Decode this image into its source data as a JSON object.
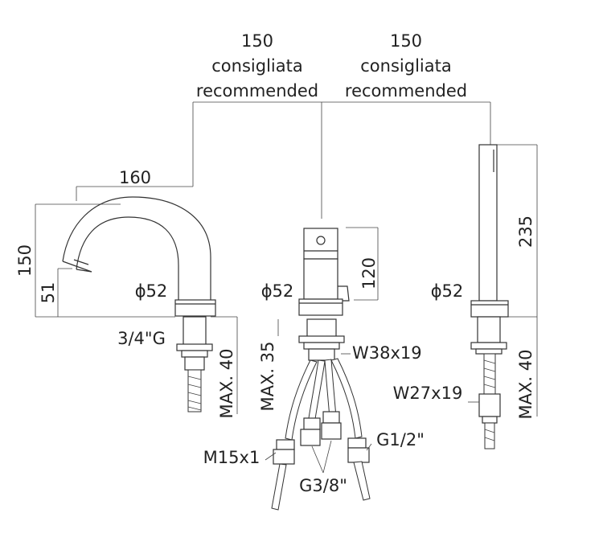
{
  "labels": {
    "spacing_left": [
      "150",
      "consigliata",
      "recommended"
    ],
    "spacing_right": [
      "150",
      "consigliata",
      "recommended"
    ],
    "spout_reach": "160",
    "spout_height": "150",
    "spout_outlet": "51",
    "diam_spout": "ϕ52",
    "diam_mixer": "ϕ52",
    "diam_shower": "ϕ52",
    "mixer_height": "120",
    "shower_height": "235",
    "thread_spout": "3/4\"G",
    "max_spout": "MAX. 40",
    "max_mixer": "MAX. 35",
    "max_shower": "MAX. 40",
    "nut_mixer": "W38x19",
    "nut_shower": "W27x19",
    "conn_m15": "M15x1",
    "conn_g12": "G1/2\"",
    "conn_g38": "G3/8\""
  }
}
